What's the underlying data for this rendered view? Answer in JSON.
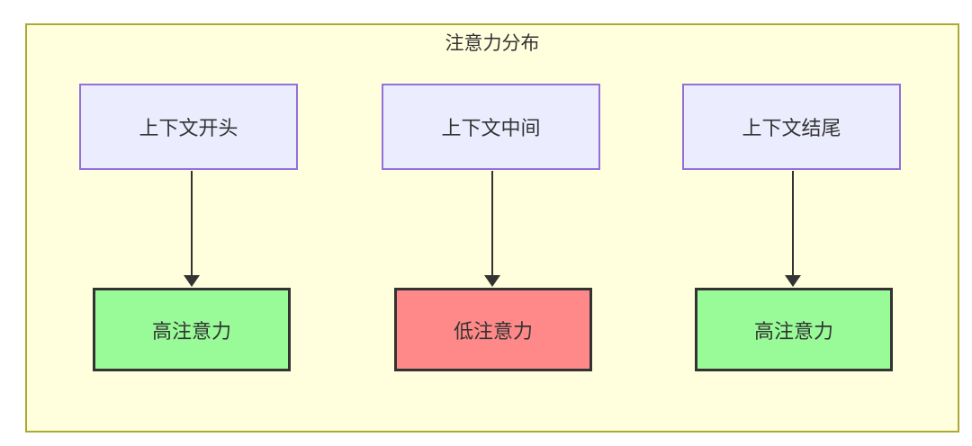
{
  "diagram": {
    "title": "注意力分布",
    "type": "flowchart",
    "columns": [
      {
        "source": "上下文开头",
        "target": "高注意力",
        "attention_level": "high"
      },
      {
        "source": "上下文中间",
        "target": "低注意力",
        "attention_level": "low"
      },
      {
        "source": "上下文结尾",
        "target": "高注意力",
        "attention_level": "high"
      }
    ],
    "colors": {
      "cluster_background": "#ffffde",
      "cluster_border": "#aaaa33",
      "source_node_background": "#ececff",
      "source_node_border": "#9370db",
      "high_attention_background": "#98fb98",
      "low_attention_background": "#ff8888",
      "result_node_border": "#333333",
      "text": "#333333",
      "arrow": "#333333"
    }
  }
}
